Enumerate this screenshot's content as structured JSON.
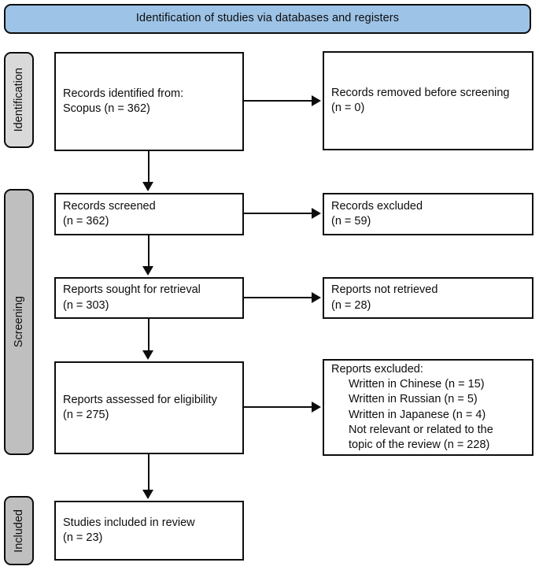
{
  "header": {
    "title": "Identification of studies via databases and registers",
    "background_color": "#9dc3e6",
    "border_color": "#0d0d0d"
  },
  "stages": [
    {
      "id": "identification",
      "label": "Identification",
      "background_color": "#d9d9d9"
    },
    {
      "id": "screening",
      "label": "Screening",
      "background_color": "#bfbfbf"
    },
    {
      "id": "included",
      "label": "Included",
      "background_color": "#bfbfbf"
    }
  ],
  "boxes": {
    "records_identified": "Records identified from:\n    Scopus (n = 362)",
    "records_removed": "Records removed before screening\n(n = 0)",
    "records_screened": "Records screened\n(n = 362)",
    "records_excluded": "Records excluded\n(n = 59)",
    "reports_sought": "Reports sought for retrieval\n(n = 303)",
    "reports_not_retrieved": "Reports not retrieved\n(n = 28)",
    "reports_assessed": "Reports assessed for eligibility\n(n = 275)",
    "studies_included": "Studies included in review\n(n = 23)"
  },
  "reports_excluded": {
    "heading": "Reports excluded:",
    "items": [
      "Written in Chinese (n = 15)",
      "Written in Russian (n = 5)",
      "Written in Japanese (n = 4)",
      "Not relevant or related to the\ntopic of the review (n = 228)"
    ]
  },
  "chart_data": {
    "type": "diagram",
    "title": "Identification of studies via databases and registers",
    "nodes": [
      {
        "id": "records_identified",
        "stage": "Identification",
        "column": "left",
        "label": "Records identified from: Scopus",
        "n": 362
      },
      {
        "id": "records_removed",
        "stage": "Identification",
        "column": "right",
        "label": "Records removed before screening",
        "n": 0
      },
      {
        "id": "records_screened",
        "stage": "Screening",
        "column": "left",
        "label": "Records screened",
        "n": 362
      },
      {
        "id": "records_excluded",
        "stage": "Screening",
        "column": "right",
        "label": "Records excluded",
        "n": 59
      },
      {
        "id": "reports_sought",
        "stage": "Screening",
        "column": "left",
        "label": "Reports sought for retrieval",
        "n": 303
      },
      {
        "id": "reports_not_retrieved",
        "stage": "Screening",
        "column": "right",
        "label": "Reports not retrieved",
        "n": 28
      },
      {
        "id": "reports_assessed",
        "stage": "Screening",
        "column": "left",
        "label": "Reports assessed for eligibility",
        "n": 275
      },
      {
        "id": "reports_excluded",
        "stage": "Screening",
        "column": "right",
        "label": "Reports excluded",
        "breakdown": [
          {
            "reason": "Written in Chinese",
            "n": 15
          },
          {
            "reason": "Written in Russian",
            "n": 5
          },
          {
            "reason": "Written in Japanese",
            "n": 4
          },
          {
            "reason": "Not relevant or related to the topic of the review",
            "n": 228
          }
        ]
      },
      {
        "id": "studies_included",
        "stage": "Included",
        "column": "left",
        "label": "Studies included in review",
        "n": 23
      }
    ],
    "edges": [
      {
        "from": "records_identified",
        "to": "records_removed",
        "direction": "right"
      },
      {
        "from": "records_identified",
        "to": "records_screened",
        "direction": "down"
      },
      {
        "from": "records_screened",
        "to": "records_excluded",
        "direction": "right"
      },
      {
        "from": "records_screened",
        "to": "reports_sought",
        "direction": "down"
      },
      {
        "from": "reports_sought",
        "to": "reports_not_retrieved",
        "direction": "right"
      },
      {
        "from": "reports_sought",
        "to": "reports_assessed",
        "direction": "down"
      },
      {
        "from": "reports_assessed",
        "to": "reports_excluded",
        "direction": "right"
      },
      {
        "from": "reports_assessed",
        "to": "studies_included",
        "direction": "down"
      }
    ]
  }
}
